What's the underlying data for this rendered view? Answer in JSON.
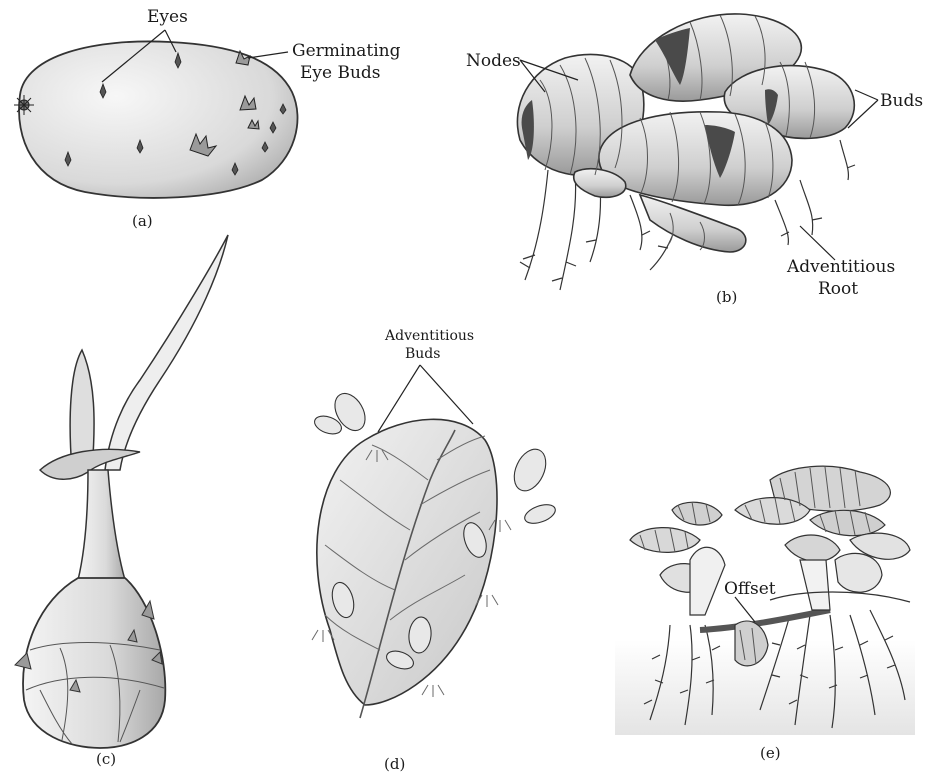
{
  "panels": {
    "a": {
      "caption": "(a)",
      "labels": {
        "eyes": "Eyes",
        "germinating_line1": "Germinating",
        "germinating_line2": "Eye Buds"
      }
    },
    "b": {
      "caption": "(b)",
      "labels": {
        "nodes": "Nodes",
        "buds": "Buds",
        "adventitious_line1": "Adventitious",
        "adventitious_line2": "Root"
      }
    },
    "c": {
      "caption": "(c)"
    },
    "d": {
      "caption": "(d)",
      "labels": {
        "adv_buds_line1": "Adventitious",
        "adv_buds_line2": "Buds"
      }
    },
    "e": {
      "caption": "(e)",
      "labels": {
        "offset": "Offset"
      }
    }
  },
  "colors": {
    "ink": "#222222",
    "fill_light": "#ececec",
    "fill_mid": "#c9c9c9",
    "fill_dark": "#8a8a8a"
  }
}
